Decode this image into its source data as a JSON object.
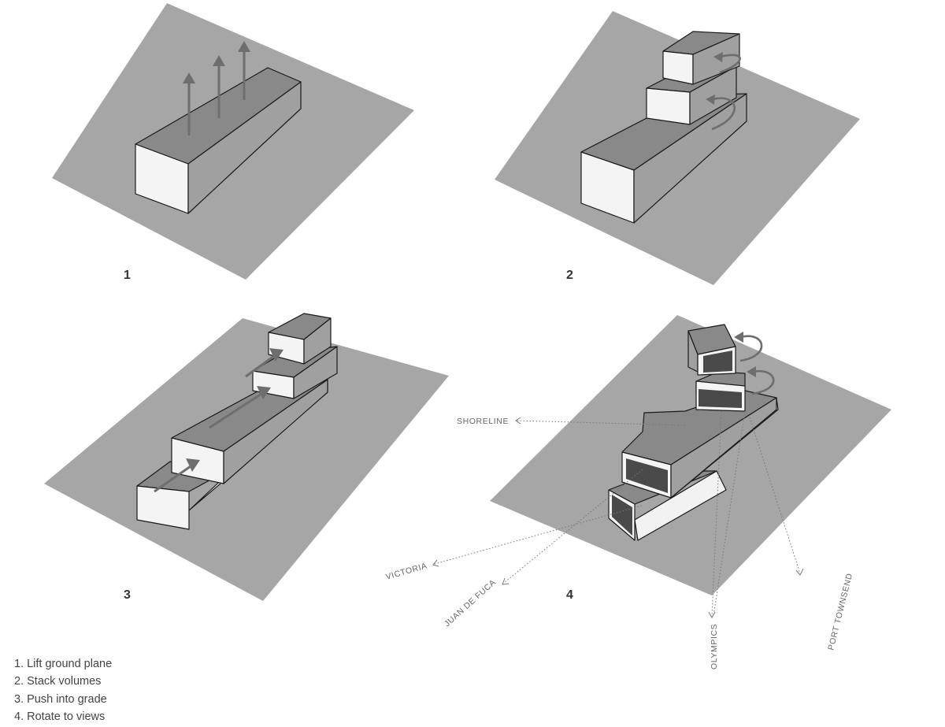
{
  "panels": [
    {
      "number": "1"
    },
    {
      "number": "2"
    },
    {
      "number": "3"
    },
    {
      "number": "4"
    }
  ],
  "view_labels": {
    "shoreline": "SHORELINE",
    "victoria": "VICTORIA",
    "juan_de_fuca": "JUAN DE FUCA",
    "olympics": "OLYMPICS",
    "port_townsend": "PORT TOWNSEND"
  },
  "legend": {
    "items": [
      "1. Lift ground plane",
      "2. Stack volumes",
      "3. Push into grade",
      "4. Rotate to views"
    ]
  },
  "colors": {
    "ground_plane": "#a6a6a6",
    "box_top": "#898989",
    "box_front": "#f4f4f4",
    "arrow": "#6e6e6e"
  }
}
